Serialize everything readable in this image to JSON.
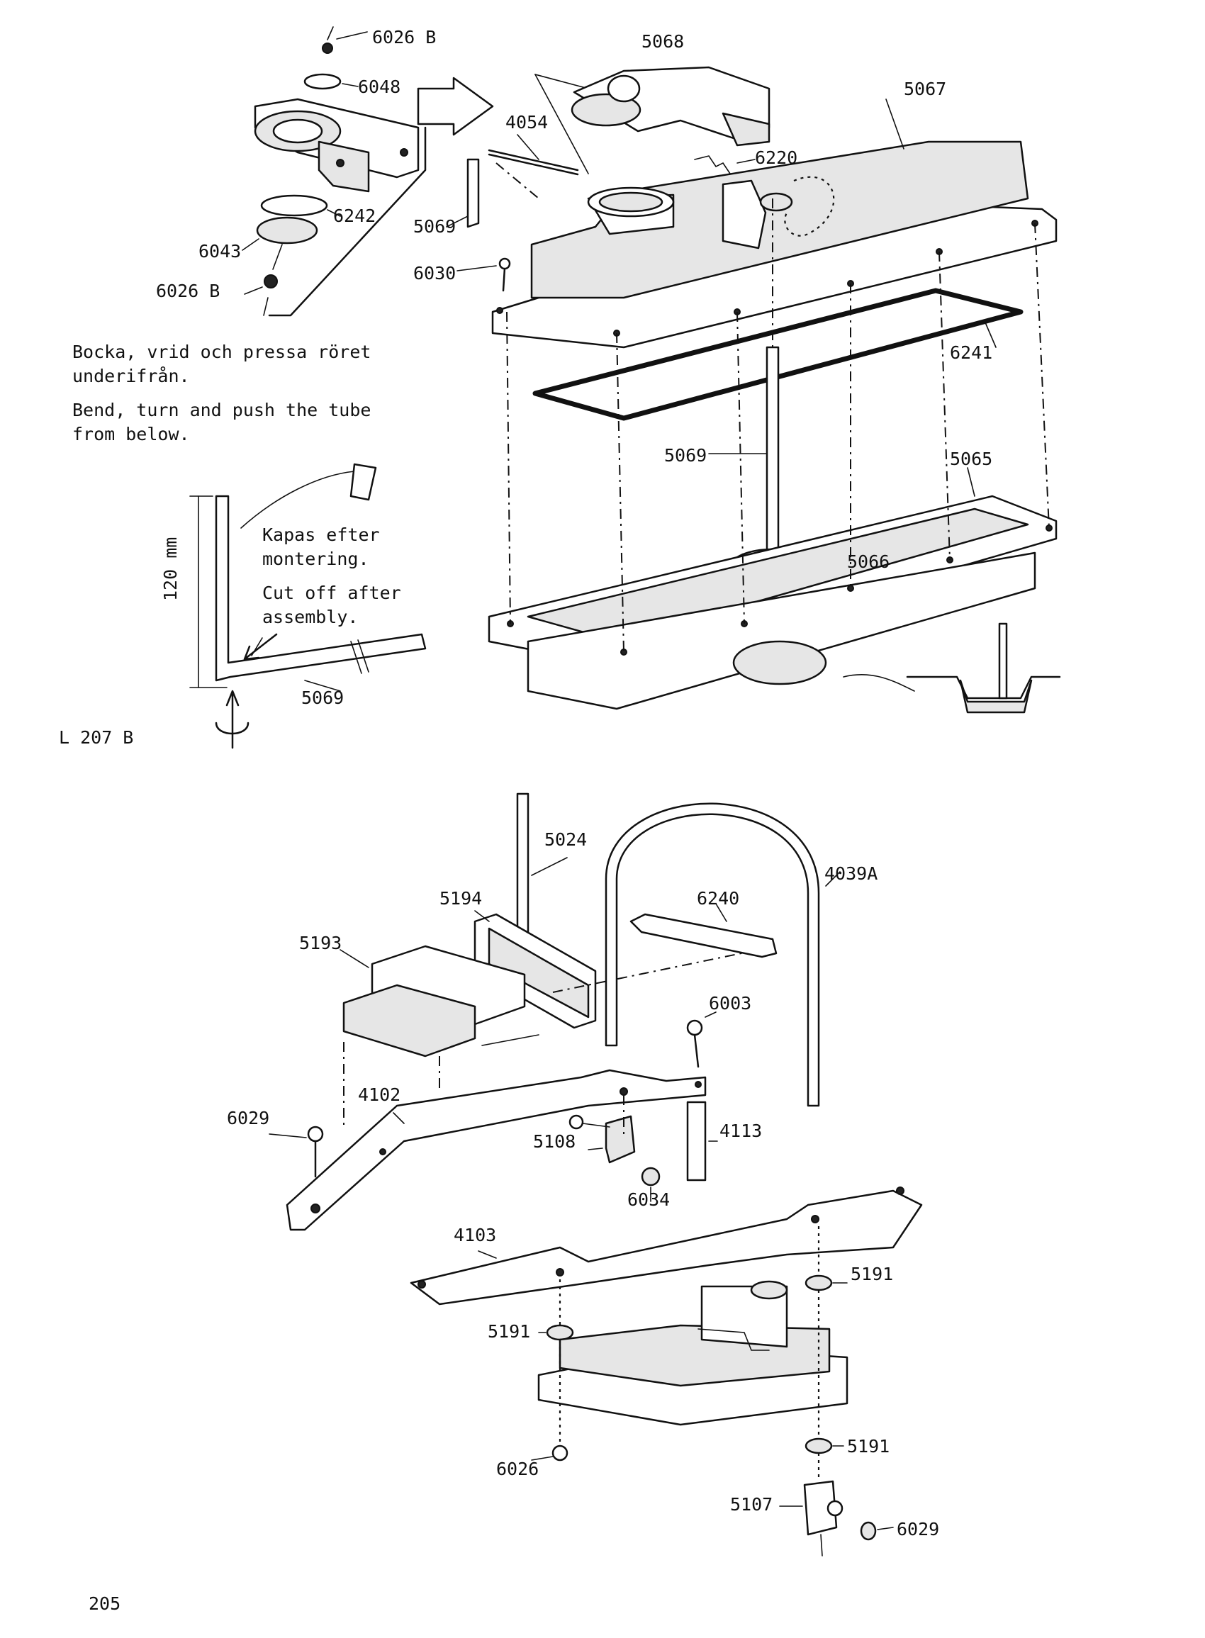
{
  "diagram": {
    "sheet_codes": {
      "top_figure": "L 207 B",
      "page": "205"
    },
    "notes": {
      "bend_sv": "Bocka, vrid och pressa röret\nunderifrån.",
      "bend_en": "Bend, turn and push the tube\nfrom below.",
      "cut_sv": "Kapas efter\nmontering.",
      "cut_en": "Cut off after\nassembly.",
      "dimension": "120 mm"
    },
    "part_labels": {
      "p6026b_top": "6026 B",
      "p6048": "6048",
      "p6242": "6242",
      "p6043": "6043",
      "p6026b_bottom": "6026 B",
      "p5068": "5068",
      "p5067": "5067",
      "p4054": "4054",
      "p6220": "6220",
      "p5069_top": "5069",
      "p6030": "6030",
      "p6241": "6241",
      "p5069_mid": "5069",
      "p5065": "5065",
      "p5066": "5066",
      "p5069_bottom": "5069",
      "p5024": "5024",
      "p4039a": "4039A",
      "p5194": "5194",
      "p6240": "6240",
      "p5193": "5193",
      "p6003": "6003",
      "p4102": "4102",
      "p6029_left": "6029",
      "p5108": "5108",
      "p4113": "4113",
      "p6034": "6034",
      "p4103": "4103",
      "p5191_right": "5191",
      "p5191_left": "5191",
      "p5191_lower": "5191",
      "p6026": "6026",
      "p5107": "5107",
      "p6029_right": "6029"
    }
  }
}
